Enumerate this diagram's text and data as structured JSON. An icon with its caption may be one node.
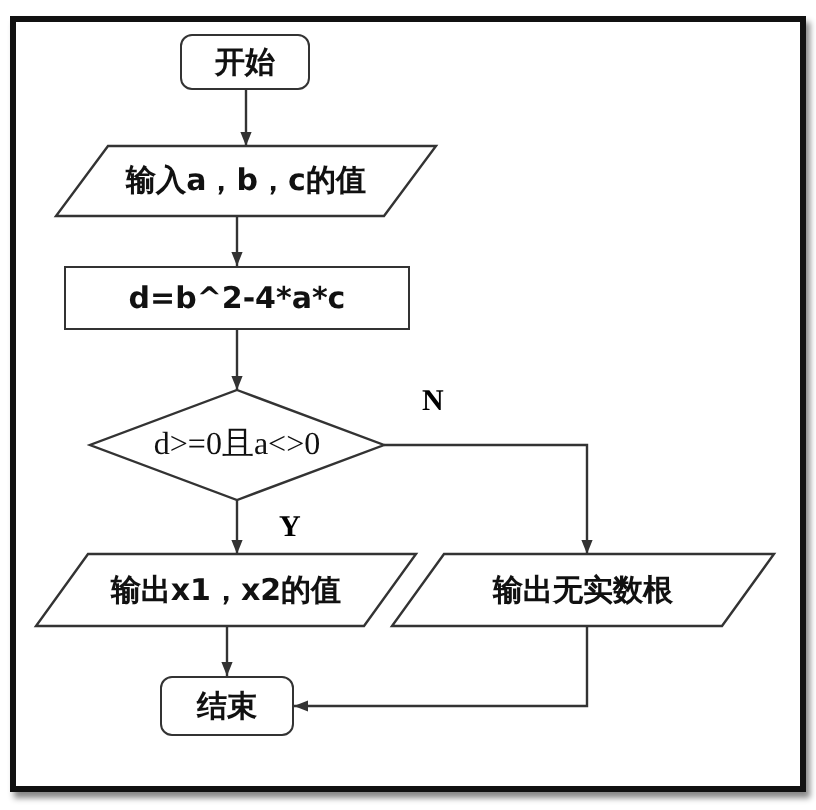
{
  "diagram": {
    "nodes": [
      {
        "text": [
          "开始"
        ]
      },
      {
        "text": [
          "输入a，b，c的值"
        ]
      },
      {
        "text": [
          "d=b^2-4*a*c"
        ]
      },
      {
        "text": [
          "d>=0且a<>0"
        ]
      },
      {
        "text": [
          "输出x1，x2的值"
        ]
      },
      {
        "text": [
          "输出无实数根"
        ]
      },
      {
        "text": [
          "结束"
        ]
      }
    ],
    "edges": [
      {
        "from": 0,
        "to": 1,
        "arrow": "to"
      },
      {
        "from": 1,
        "to": 2,
        "arrow": "to"
      },
      {
        "from": 2,
        "to": 3,
        "arrow": "to"
      },
      {
        "from": 3,
        "to": 4,
        "arrow": "to",
        "label": "Y"
      },
      {
        "from": 3,
        "to": 5,
        "arrow": "to",
        "label": "N"
      },
      {
        "from": 4,
        "to": 6,
        "arrow": "to"
      },
      {
        "from": 5,
        "to": 6,
        "arrow": "to"
      }
    ]
  }
}
